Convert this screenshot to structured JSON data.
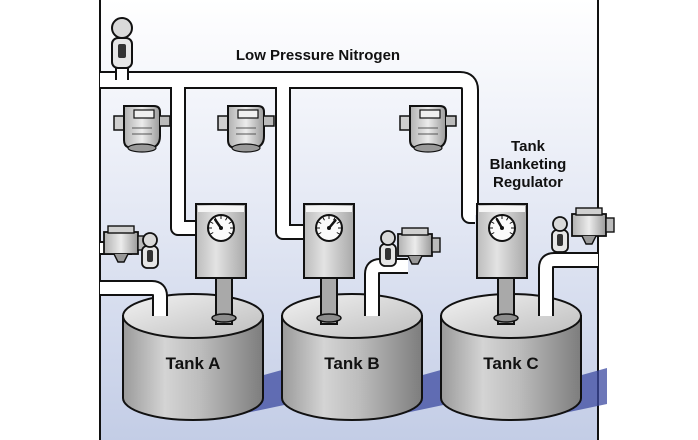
{
  "labels": {
    "header": "Low Pressure Nitrogen",
    "regulator_line1": "Tank",
    "regulator_line2": "Blanketing",
    "regulator_line3": "Regulator"
  },
  "tanks": [
    {
      "label": "Tank A"
    },
    {
      "label": "Tank B"
    },
    {
      "label": "Tank C"
    }
  ],
  "colors": {
    "background_top": "#ffffff",
    "background_bottom": "#c9d3ea",
    "pipe": "#ffffff",
    "outline": "#111111",
    "tank_light": "#e8e8e8",
    "tank_dark": "#8d8d8d",
    "regulator_body": "#d8d8d8",
    "shadow": "#3c4aa0"
  }
}
